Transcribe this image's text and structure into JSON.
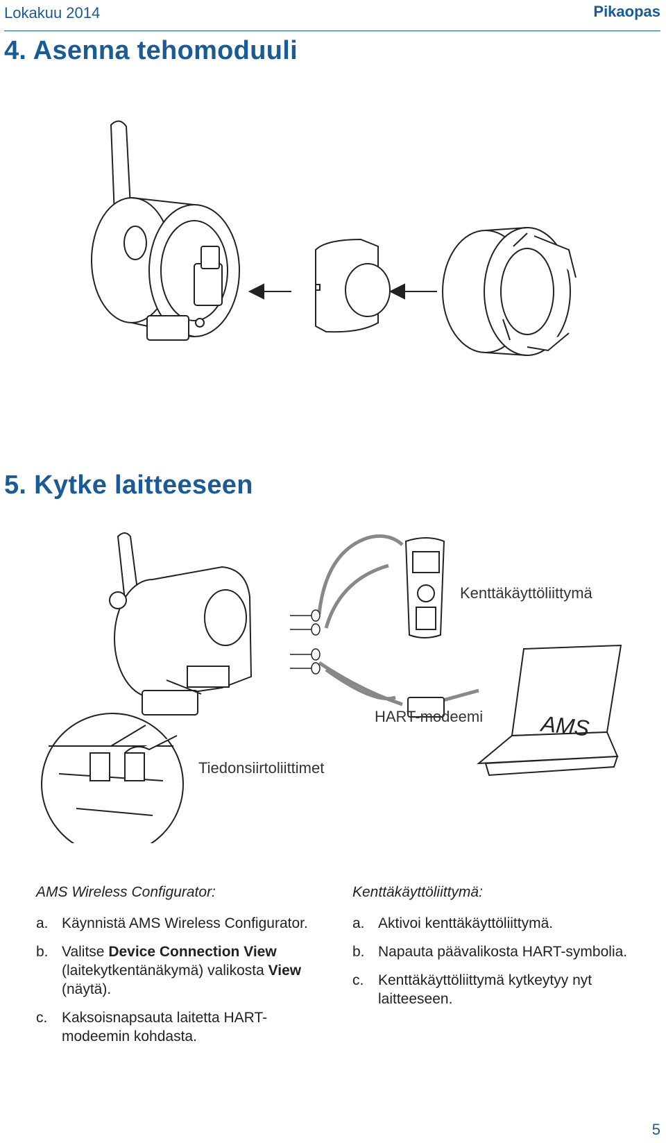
{
  "header": {
    "date": "Lokakuu 2014",
    "doc_type": "Pikaopas"
  },
  "section4": {
    "title": "4.  Asenna tehomoduuli"
  },
  "section5": {
    "title": "5.  Kytke laitteeseen",
    "labels": {
      "field_communicator": "Kenttäkäyttöliittymä",
      "hart_modem": "HART-modeemi",
      "connectors": "Tiedonsiirtoliittimet",
      "ams_logo": "AMS"
    }
  },
  "left_column": {
    "heading": "AMS Wireless Configurator:",
    "steps": [
      {
        "letter": "a.",
        "text": "Käynnistä AMS Wireless Configurator."
      },
      {
        "letter": "b.",
        "pre": "Valitse ",
        "bold1": "Device Connection View",
        "mid": " (laitekytkentänäkymä) valikosta ",
        "bold2": "View",
        "post": " (näytä)."
      },
      {
        "letter": "c.",
        "text": "Kaksoisnapsauta laitetta HART-modeemin kohdasta."
      }
    ]
  },
  "right_column": {
    "heading": "Kenttäkäyttöliittymä:",
    "steps": [
      {
        "letter": "a.",
        "text": "Aktivoi kenttäkäyttöliittymä."
      },
      {
        "letter": "b.",
        "text": "Napauta päävalikosta HART-symbolia."
      },
      {
        "letter": "c.",
        "text": "Kenttäkäyttöliittymä kytkeytyy nyt laitteeseen."
      }
    ]
  },
  "footer": {
    "page_number": "5"
  }
}
